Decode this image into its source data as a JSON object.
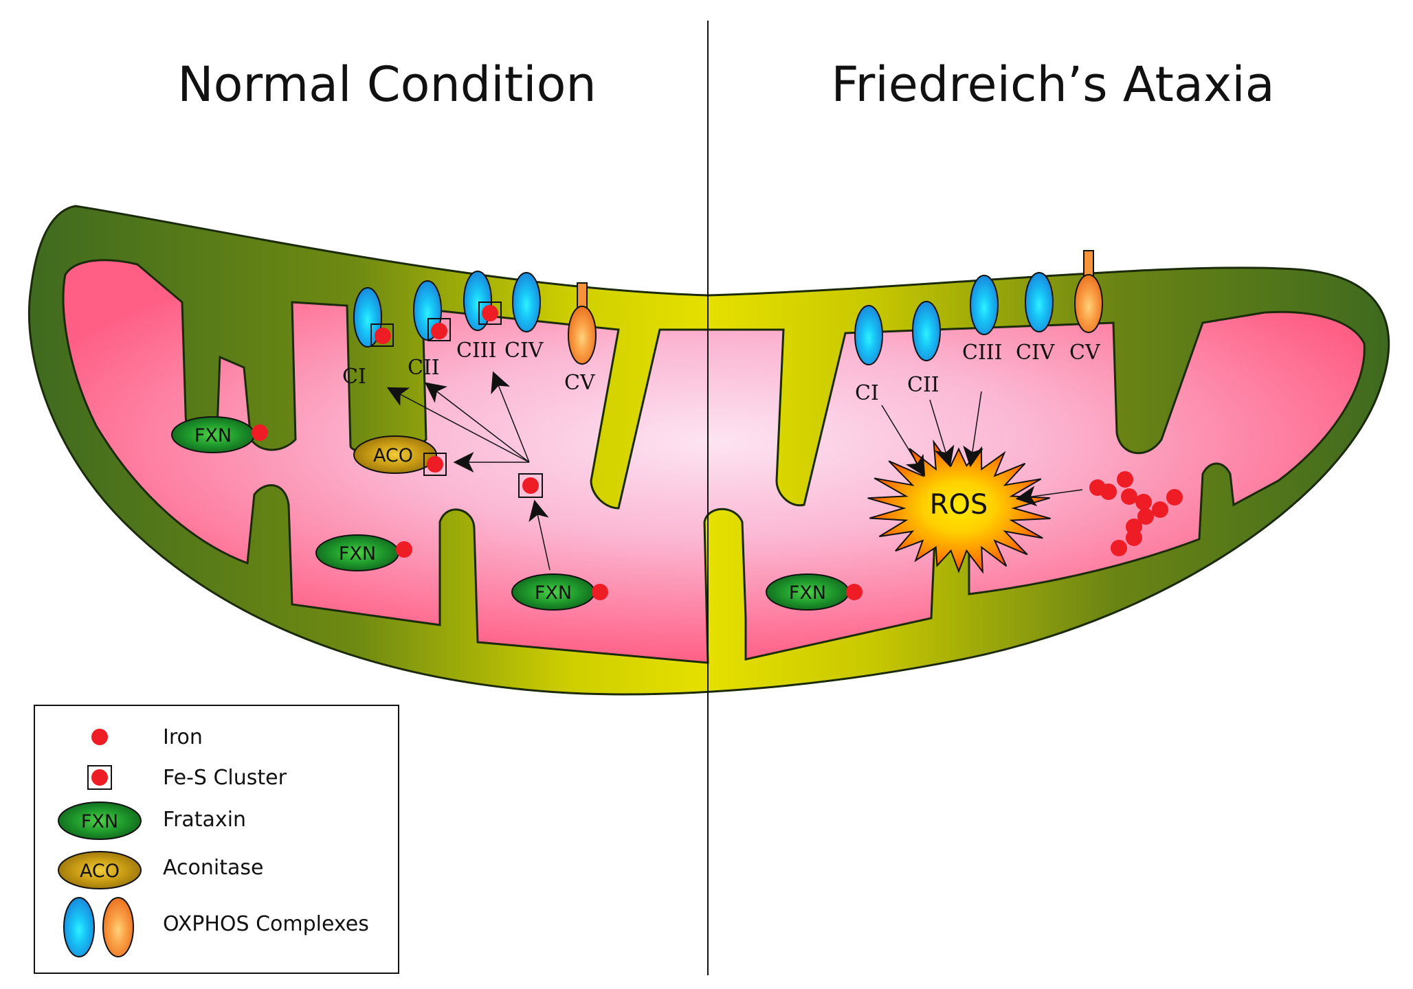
{
  "titles": {
    "left": "Normal Condition",
    "right": "Friedreich’s Ataxia"
  },
  "complexes": {
    "ci": "CI",
    "cii": "CII",
    "ciii": "CIII",
    "civ": "CIV",
    "cv": "CV"
  },
  "proteins": {
    "fxn": "FXN",
    "aco": "ACO"
  },
  "ros": "ROS",
  "legend": {
    "iron": "Iron",
    "fes": "Fe-S Cluster",
    "frataxin": "Frataxin",
    "aconitase": "Aconitase",
    "oxphos": "OXPHOS Complexes"
  },
  "colors": {
    "outer_membrane_dark": "#3f6a1f",
    "outer_membrane_light": "#d6d400",
    "matrix_center": "#fde4f2",
    "matrix_edge": "#ff5f85",
    "iron": "#ee1c24",
    "complex_blue": "#1ea3f0",
    "complex_orange": "#f7933a",
    "frataxin_green": "#1f9a2c",
    "aconitase_gold": "#c79b12"
  }
}
